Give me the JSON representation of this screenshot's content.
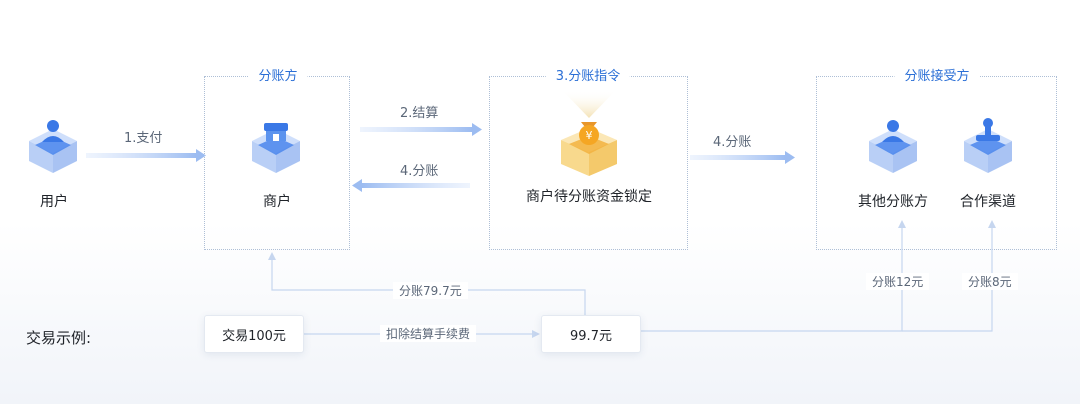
{
  "nodes": {
    "user": "用户",
    "merchant": "商户",
    "lock": "商户待分账资金锁定",
    "other_receiver": "其他分账方",
    "partner_channel": "合作渠道"
  },
  "groups": {
    "payer": "分账方",
    "instruction": "3.分账指令",
    "receiver": "分账接受方"
  },
  "steps": {
    "pay": "1.支付",
    "settle": "2.结算",
    "split_back": "4.分账",
    "split_out": "4.分账"
  },
  "example": {
    "title": "交易示例:",
    "trade": "交易100元",
    "deduct": "扣除结算手续费",
    "net": "99.7元",
    "to_merchant": "分账79.7元",
    "to_other": "分账12元",
    "to_partner": "分账8元"
  },
  "icons": {
    "user": "user-cube-icon",
    "merchant": "store-cube-icon",
    "lock": "money-bag-icon",
    "other_receiver": "user-cube-icon",
    "partner_channel": "stamp-cube-icon"
  },
  "colors": {
    "accent": "#2b6fd6",
    "icon_blue": "#3a78e6",
    "gold": "#f5a623"
  }
}
